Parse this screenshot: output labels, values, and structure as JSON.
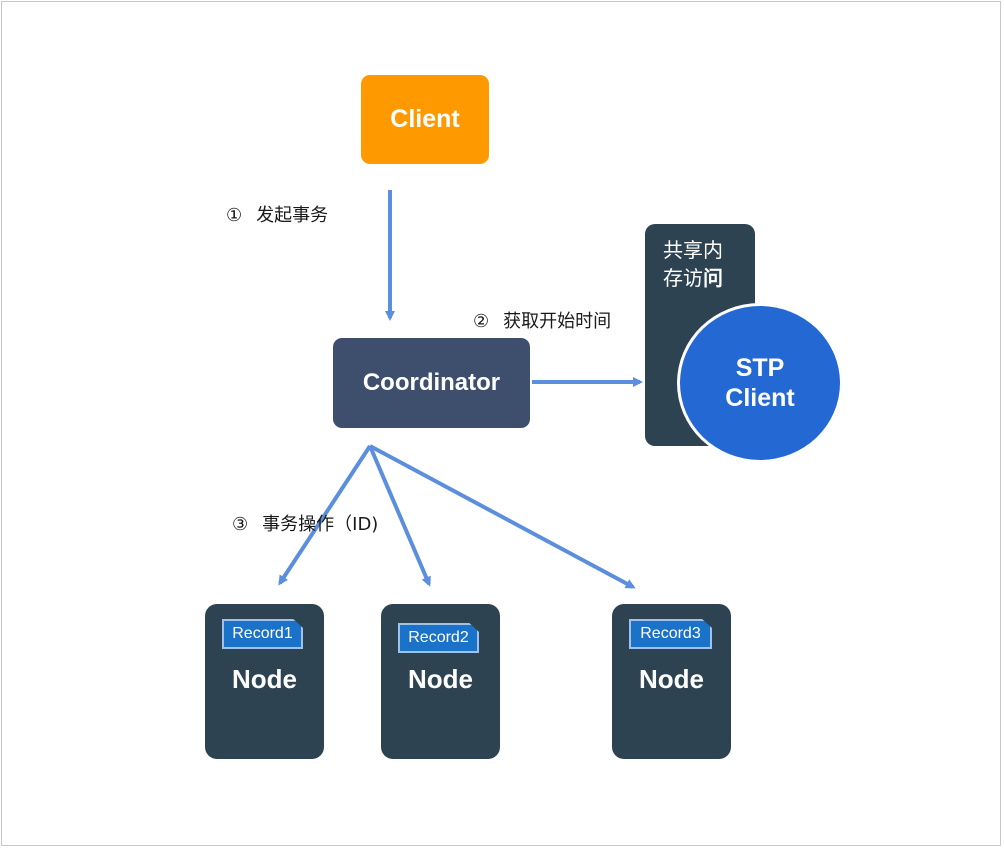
{
  "colors": {
    "client": "#ff9900",
    "coordinator": "#3d4f6c",
    "panel": "#2e4352",
    "stp": "#2468d4",
    "record": "#1a73c8",
    "arrow": "#5b8fdd"
  },
  "client": {
    "label": "Client"
  },
  "coordinator": {
    "label": "Coordinator"
  },
  "shared_memory": {
    "line1": "共享内",
    "line2_a": "存访",
    "line2_b": "问"
  },
  "stp_client": {
    "line1": "STP",
    "line2": "Client"
  },
  "steps": [
    {
      "num": "①",
      "text": "发起事务"
    },
    {
      "num": "②",
      "text": "获取开始时间"
    },
    {
      "num": "③",
      "text": "事务操作（ID)"
    }
  ],
  "nodes": [
    {
      "label": "Node",
      "record": "Record1"
    },
    {
      "label": "Node",
      "record": "Record2"
    },
    {
      "label": "Node",
      "record": "Record3"
    }
  ]
}
